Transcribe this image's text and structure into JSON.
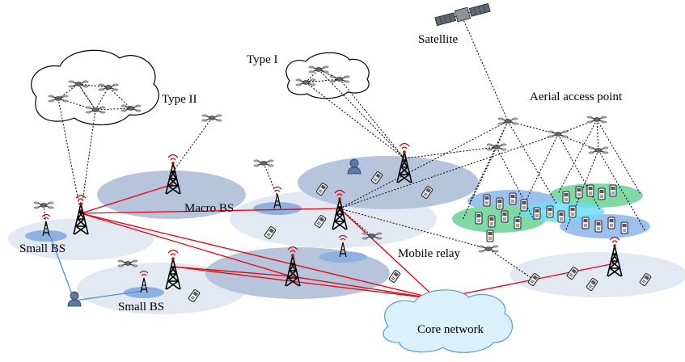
{
  "labels": {
    "satellite": "Satellite",
    "type_one": "Type I",
    "type_two": "Type II",
    "aerial_access_point": "Aerial access point",
    "macro_bs": "Macro BS",
    "small_bs_left": "Small BS",
    "small_bs_bottom": "Small BS",
    "mobile_relay": "Mobile relay",
    "core_network": "Core network"
  },
  "colors": {
    "backhaul": "#e8000d",
    "access_link": "#4a8fd8",
    "wireless_link": "#000000",
    "macro_cell": "#b6c5dc",
    "light_cell": "#e3e9f2",
    "small_cell": "#90b0e0",
    "cloud_fill": "#daf1fb",
    "aerial_blue": "#9dc0ee",
    "aerial_green": "#7fd9a4",
    "aerial_cyan": "#70dcf2"
  }
}
